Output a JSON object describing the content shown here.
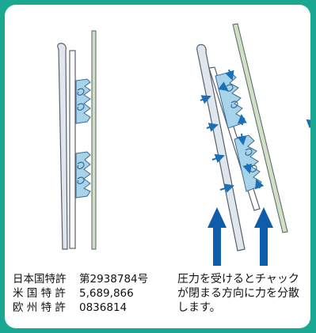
{
  "patents": [
    {
      "label": "日本国特許",
      "number": "第2938784号"
    },
    {
      "label": "米 国 特 許",
      "number": "5,689,866"
    },
    {
      "label": "欧 州 特 許",
      "number": "0836814"
    }
  ],
  "explanation": [
    "圧力を受けるとチャック",
    "が閉まる方向に力を分散",
    "します。"
  ],
  "colors": {
    "frame": "#1aa892",
    "film_fill": "#dfe6ee",
    "film_outline": "#59606a",
    "strip_fill": "#cfe0c4",
    "zipper_fill": "#a7d3eb",
    "arrow": "#1b6fb7",
    "big_arrow": "#0f5cab"
  }
}
